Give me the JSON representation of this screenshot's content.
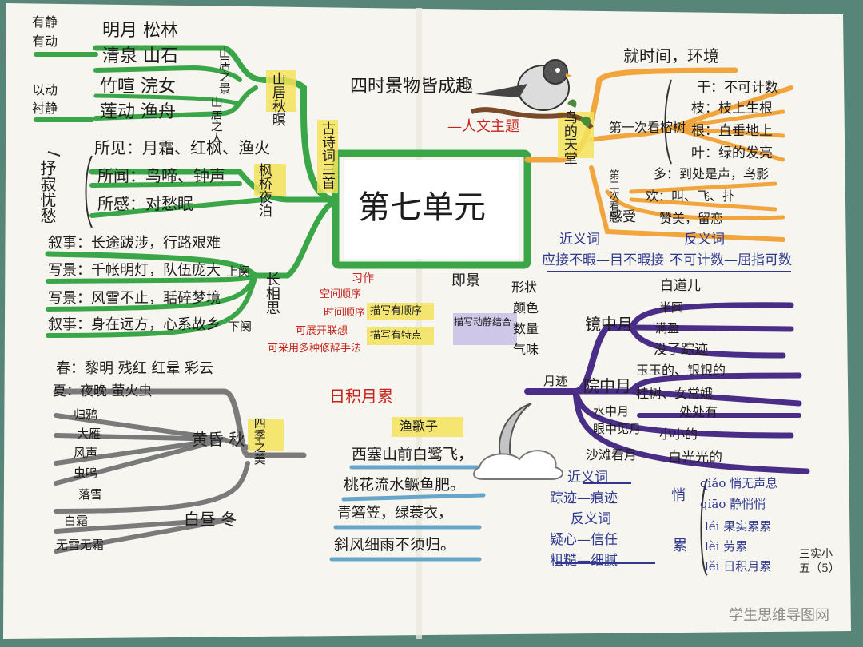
{
  "mindmap": {
    "center": "第七单元",
    "theme_title": "四时景物皆成趣",
    "theme_sub": "—人文主题",
    "top_left": {
      "group1_tag": [
        "有静",
        "有动"
      ],
      "group1_rows": [
        "明月 松林",
        "清泉 山石"
      ],
      "group1_label": "山居之景",
      "group2_tag": [
        "以动",
        "衬静"
      ],
      "group2_rows": [
        "竹喧 浣女",
        "莲动 渔舟"
      ],
      "group2_label": "山居之人",
      "poem1": "山居秋暝",
      "side_tag": "古诗词三首"
    },
    "feng_qiao": {
      "tag": "抒寂忧愁",
      "rows": [
        "所见：月霜、红枫、渔火",
        "所闻：鸟啼、钟声",
        "所感：对愁眠"
      ],
      "label": "枫桥夜泊"
    },
    "chang_xiang_si": {
      "rows": [
        "叙事：长途跋涉，行路艰难",
        "写景：千帐明灯，队伍庞大",
        "写景：风雪不止，聒碎梦境",
        "叙事：身在远方，心系故乡"
      ],
      "upper": "上阕",
      "lower": "下阕",
      "label": "长相思"
    },
    "niao_de_tian_tang": {
      "label": "鸟的天堂",
      "top": "就时间，环境",
      "first_visit": "第一次看榕树",
      "first_items": [
        "干：不可计数",
        "枝：枝上生根",
        "根：直垂地上",
        "叶：绿的发亮"
      ],
      "second_visit": "第二次看鸟",
      "second_items": [
        "多：到处是声，鸟影",
        "欢：叫、飞、扑",
        "赞美，留恋"
      ],
      "feel": "感受"
    },
    "vocab_right": {
      "synonym_title": "近义词",
      "synonym": "应接不暇—目不暇接",
      "antonym_title": "反义词",
      "antonym": "不可计数—屈指可数"
    },
    "writing": {
      "exercise": "习作",
      "tag": "即景",
      "orders": [
        "空间顺序",
        "时间顺序",
        "可展开联想",
        "可采用多种修辞手法"
      ],
      "box1": "描写有顺序",
      "box2": "描写有特点",
      "box3": "描写动静结合",
      "senses": [
        "形状",
        "颜色",
        "数量",
        "气味"
      ]
    },
    "moon": {
      "label": "月迹",
      "mirror": "镜中月",
      "mirror_items": [
        "半圆",
        "满盈",
        "没了踪迹"
      ],
      "top_item": "白道儿",
      "yard": "院中月",
      "yard_items": [
        "玉玉的、银银的",
        "桂树、女常娥"
      ],
      "water": "水中月",
      "eye": "眼中见月",
      "water_items": [
        "处处有",
        "小小的"
      ],
      "sand": "沙滩看月",
      "sand_item": "白光光的"
    },
    "vocab_bottom": {
      "syn_title": "近义词",
      "syn": "踪迹—痕迹",
      "ant_title": "反义词",
      "ant": "疑心—信任",
      "ant2": "粗糙—细腻"
    },
    "polyphones": {
      "qiao_char": "悄",
      "qiao": [
        "qiǎo 悄无声息",
        "qiāo 静悄悄"
      ],
      "lei_char": "累",
      "lei": [
        "léi 果实累累",
        "lèi 劳累",
        "lěi 日积月累"
      ]
    },
    "ri_ji_yue_lei": {
      "title": "日积月累",
      "poem_title": "渔歌子",
      "lines": [
        "西塞山前白鹭飞，",
        "桃花流水鳜鱼肥。",
        "青箬笠，绿蓑衣，",
        "斜风细雨不须归。"
      ]
    },
    "four_seasons": {
      "rows": [
        "春：黎明 残红 红晕 彩云",
        "夏：夜晚 萤火虫",
        "归鸦",
        "大雁",
        "风声",
        "虫鸣",
        "落雪",
        "白霜",
        "无雪无霜"
      ],
      "qiu": "黄昏 秋",
      "dong": "白昼 冬",
      "label": "四季之美"
    },
    "signature": "三实小 五（5）",
    "watermark": "学生思维导图网"
  },
  "colors": {
    "paper": "#f7f5ef",
    "green": "#3aa648",
    "orange": "#f2a53c",
    "purple": "#4a2d86",
    "blue": "#68a6c9",
    "gray": "#7a7a7a",
    "yellow": "#f4e35a"
  }
}
